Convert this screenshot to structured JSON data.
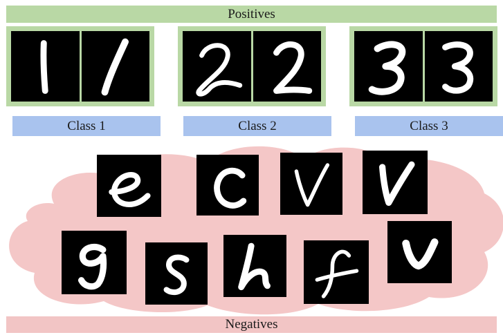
{
  "positives": {
    "title": "Positives",
    "classes": [
      {
        "label": "Class 1"
      },
      {
        "label": "Class 2"
      },
      {
        "label": "Class 3"
      }
    ]
  },
  "negatives": {
    "title": "Negatives"
  },
  "colors": {
    "positive_band": "#b9d8a5",
    "class_label": "#a9c3ee",
    "negative_band": "#f2c5c5",
    "cloud": "#f4c7c7"
  },
  "icons": [
    "digit-1-image",
    "digit-2-image",
    "digit-3-image",
    "handwritten-negative-image"
  ]
}
